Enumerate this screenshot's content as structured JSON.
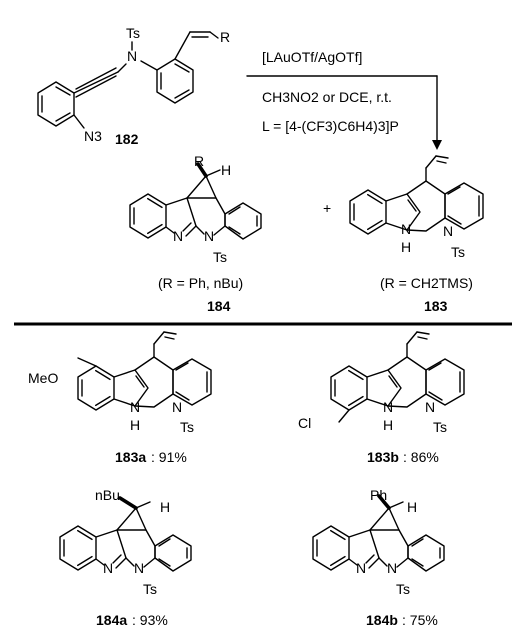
{
  "scheme": {
    "reagents": {
      "line1": "[LAuOTf/AgOTf]",
      "line2": "CH3NO2 or DCE, r.t.",
      "line3": "L = [4-(CF3)C6H4)3]P"
    },
    "plus": "+",
    "starting_material": {
      "compound": "182",
      "labels": {
        "ts": "Ts",
        "n": "N",
        "r": "R",
        "azide": "N3"
      }
    },
    "product_left": {
      "compound": "184",
      "condition": "(R = Ph, nBu)",
      "labels": {
        "r": "R",
        "h": "H",
        "n_ring": "N",
        "n_ts": "N",
        "ts": "Ts"
      }
    },
    "product_right": {
      "compound": "183",
      "condition": "(R = CH2TMS)",
      "labels": {
        "nh_h": "H",
        "nh_n": "N",
        "n_ts": "N",
        "ts": "Ts"
      }
    },
    "examples": [
      {
        "compound": "183a",
        "yield": "91%",
        "substituent": "MeO"
      },
      {
        "compound": "183b",
        "yield": "86%",
        "substituent": "Cl"
      },
      {
        "compound": "184a",
        "yield": "93%",
        "substituent": "nBu"
      },
      {
        "compound": "184b",
        "yield": "75%",
        "substituent": "Ph"
      }
    ]
  }
}
